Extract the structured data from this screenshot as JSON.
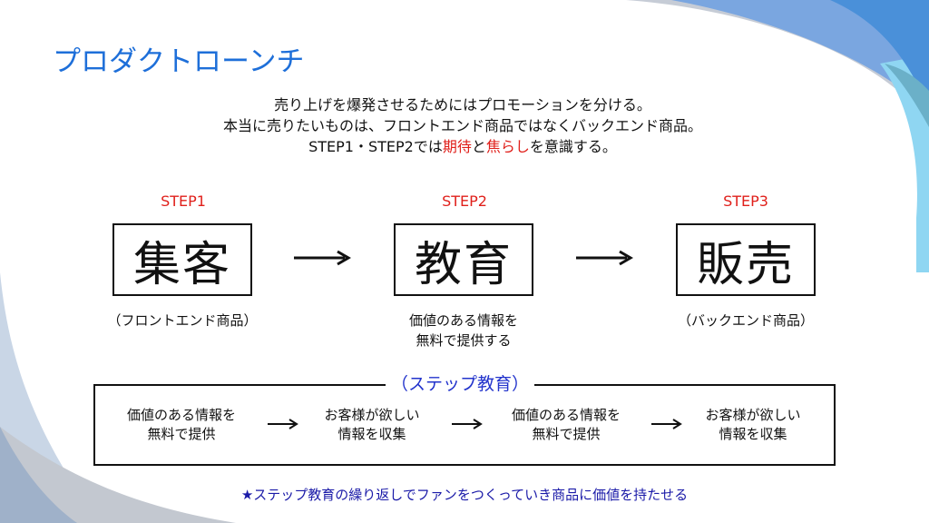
{
  "slide": {
    "title": "プロダクトローンチ",
    "intro": {
      "line1": "売り上げを爆発させるためにはプロモーションを分ける。",
      "line2": "本当に売りたいものは、フロントエンド商品ではなくバックエンド商品。",
      "line3_prefix": "STEP1・STEP2では",
      "line3_red1": "期待",
      "line3_mid": "と",
      "line3_red2": "焦らし",
      "line3_suffix": "を意識する。"
    },
    "steps": [
      {
        "label": "STEP1",
        "name": "集客",
        "caption_line1": "（フロントエンド商品）",
        "caption_line2": ""
      },
      {
        "label": "STEP2",
        "name": "教育",
        "caption_line1": "価値のある情報を",
        "caption_line2": "無料で提供する"
      },
      {
        "label": "STEP3",
        "name": "販売",
        "caption_line1": "（バックエンド商品）",
        "caption_line2": ""
      }
    ],
    "step_education": {
      "title": "（ステップ教育）",
      "items": [
        {
          "line1": "価値のある情報を",
          "line2": "無料で提供"
        },
        {
          "line1": "お客様が欲しい",
          "line2": "情報を収集"
        },
        {
          "line1": "価値のある情報を",
          "line2": "無料で提供"
        },
        {
          "line1": "お客様が欲しい",
          "line2": "情報を収集"
        }
      ]
    },
    "footer": "★ステップ教育の繰り返しでファンをつくっていき商品に価値を持たせる",
    "colors": {
      "title": "#1e6fd9",
      "step_label": "#e0201b",
      "emphasis": "#e0201b",
      "loop_title": "#2233cc",
      "footer": "#1a1aa8",
      "decor_blue": "#4a90d9",
      "decor_light": "#8fd4f0",
      "decor_gray": "#b8c2d0"
    }
  }
}
